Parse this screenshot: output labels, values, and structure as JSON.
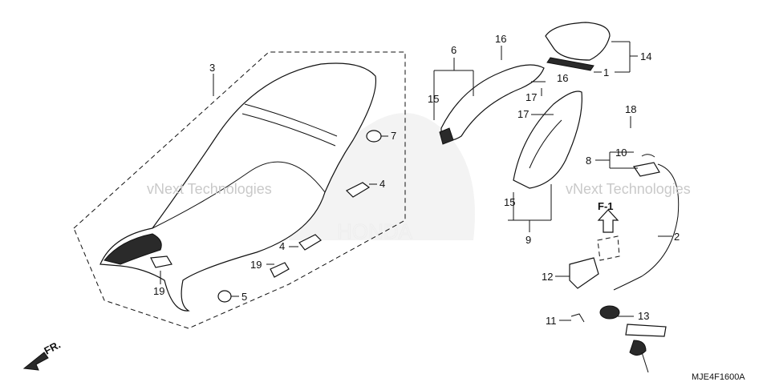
{
  "diagram_code": "MJE4F1600A",
  "front_indicator": "FR.",
  "view_label": "F-1",
  "watermark": {
    "left": "vNext Technologies",
    "right": "vNext Technologies",
    "brand": "HONDA"
  },
  "callouts": {
    "c1": "1",
    "c2": "2",
    "c3": "3",
    "c4a": "4",
    "c4b": "4",
    "c5": "5",
    "c6": "6",
    "c7": "7",
    "c8": "8",
    "c9": "9",
    "c10": "10",
    "c11": "11",
    "c12": "12",
    "c13": "13",
    "c14": "14",
    "c15a": "15",
    "c15b": "15",
    "c16a": "16",
    "c16b": "16",
    "c17a": "17",
    "c17b": "17",
    "c18": "18",
    "c19a": "19",
    "c19b": "19"
  }
}
